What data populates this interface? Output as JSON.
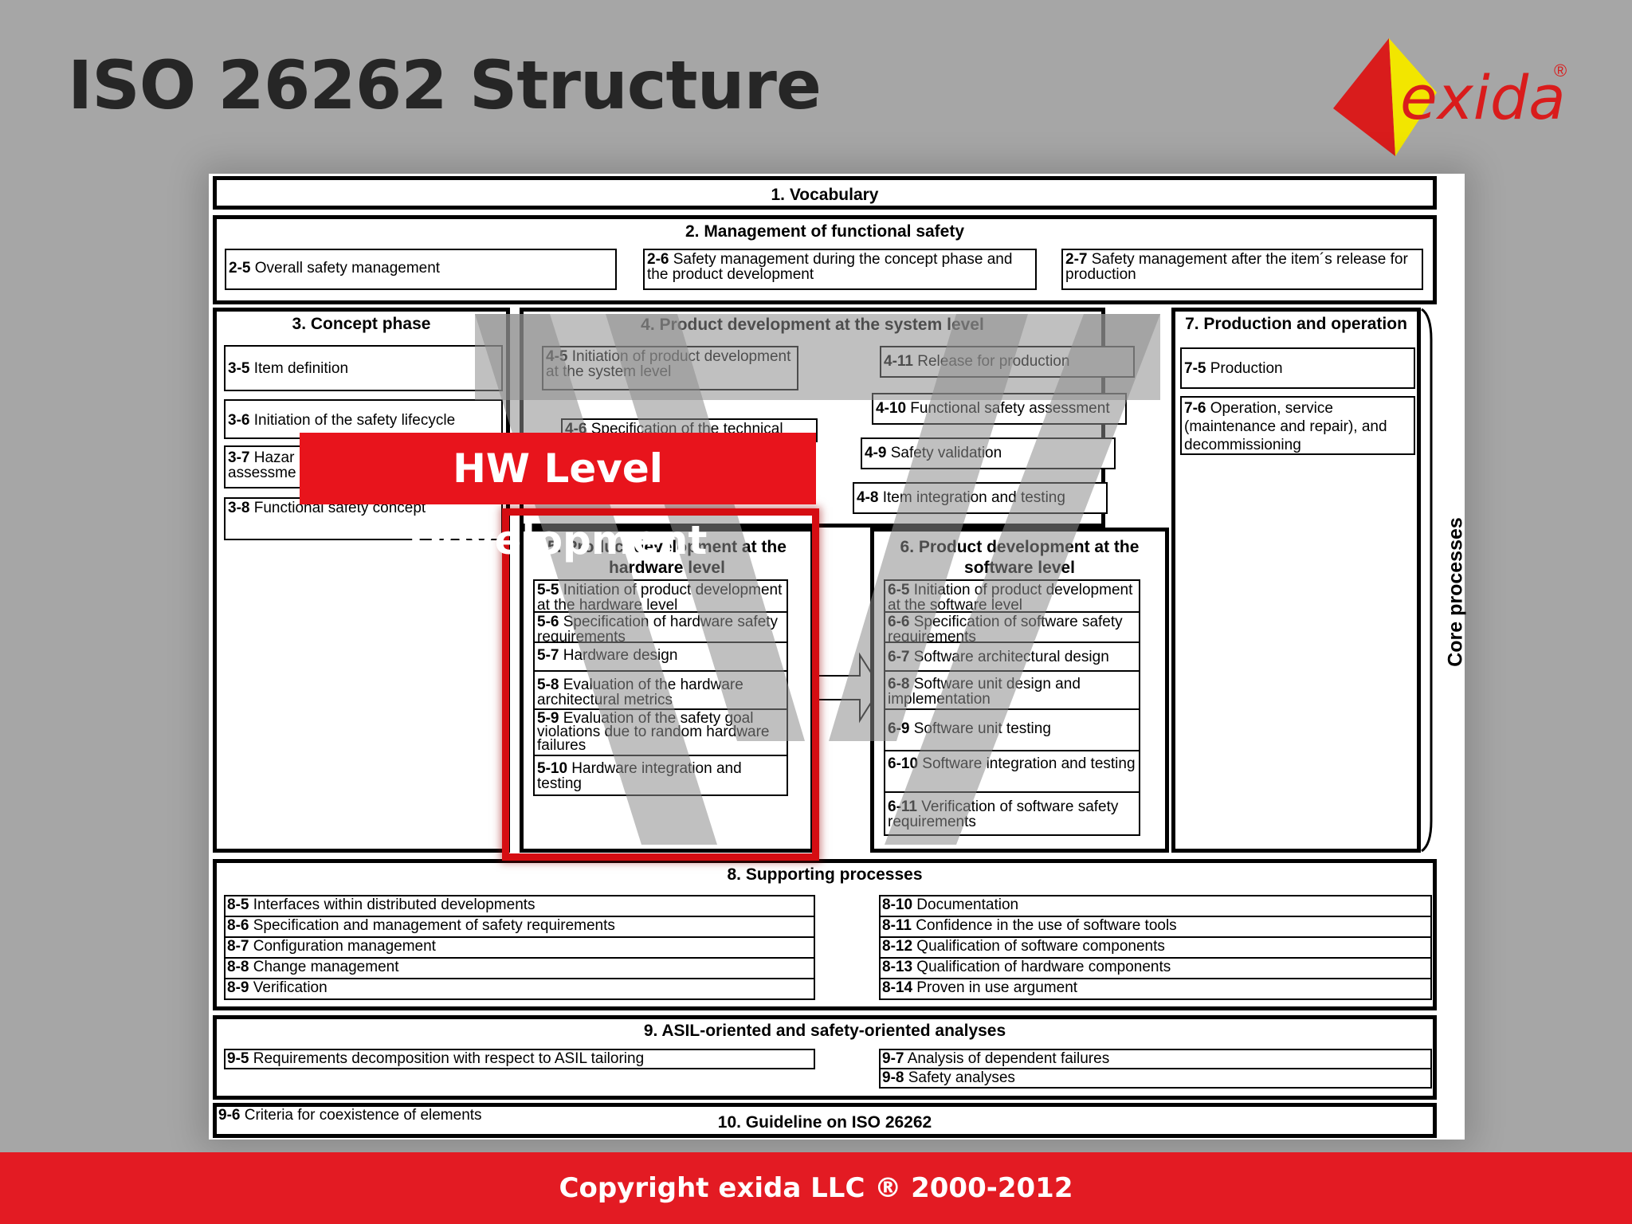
{
  "slide": {
    "title": "ISO 26262 Structure",
    "logo_text": "exida",
    "logo_mark": "®",
    "overlay_label": "HW Level Development",
    "footer": "Copyright exida LLC ® 2000-2012",
    "colors": {
      "accent": "#e31b23",
      "background": "#a6a6a6",
      "title": "#262626"
    }
  },
  "diagram": {
    "vocabulary": "1. Vocabulary",
    "management": {
      "title": "2. Management of functional safety",
      "items": [
        {
          "num": "2-5",
          "label": " Overall safety management"
        },
        {
          "num": "2-6",
          "label": " Safety management during the  concept phase and the product development"
        },
        {
          "num": "2-7",
          "label": " Safety management after the item´s release for production"
        }
      ]
    },
    "concept": {
      "title": "3. Concept phase",
      "items": [
        {
          "num": "3-5",
          "label": " Item definition"
        },
        {
          "num": "3-6",
          "label": " Initiation of the safety lifecycle"
        },
        {
          "num": "3-7",
          "label": " Hazar"
        },
        {
          "num": "",
          "label": "assessme"
        },
        {
          "num": "3-8",
          "label": " Functional safety concept"
        }
      ]
    },
    "system": {
      "title": "4. Product development at the system level",
      "items": [
        {
          "num": "4-5",
          "label": " Initiation of product development at the system level"
        },
        {
          "num": "4-6",
          "label": " Specification of the technical"
        },
        {
          "num": "4-11",
          "label": " Release for production"
        },
        {
          "num": "4-10",
          "label": " Functional safety assessment"
        },
        {
          "num": "4-9",
          "label": " Safety validation"
        },
        {
          "num": "4-8",
          "label": " Item integration and testing"
        }
      ]
    },
    "hardware": {
      "title": "5. Product development at the hardware level",
      "items": [
        {
          "num": "5-5",
          "label": " Initiation of product development at the hardware level"
        },
        {
          "num": "5-6",
          "label": " Specification of hardware safety requirements"
        },
        {
          "num": "5-7",
          "label": " Hardware design"
        },
        {
          "num": "5-8",
          "label": " Evaluation of  the hardware architectural metrics"
        },
        {
          "num": "5-9",
          "label": " Evaluation of  the safety goal violations due to random hardware failures"
        },
        {
          "num": "5-10",
          "label": " Hardware integration and testing"
        }
      ]
    },
    "software": {
      "title": "6. Product development at the software level",
      "items": [
        {
          "num": "6-5",
          "label": " Initiation of product development at the software level"
        },
        {
          "num": "6-6",
          "label": " Specification of software safety requirements"
        },
        {
          "num": "6-7",
          "label": " Software architectural design"
        },
        {
          "num": "6-8",
          "label": " Software unit design and implementation"
        },
        {
          "num": "6-9",
          "label": " Software unit testing"
        },
        {
          "num": "6-10",
          "label": " Software integration and testing"
        },
        {
          "num": "6-11",
          "label": " Verification of software safety requirements"
        }
      ]
    },
    "production": {
      "title": "7. Production and operation",
      "items": [
        {
          "num": "7-5",
          "label": " Production"
        },
        {
          "num": "7-6",
          "label": " Operation, service (maintenance and repair), and decommissioning"
        }
      ]
    },
    "core_label": "Core processes",
    "supporting": {
      "title": "8. Supporting processes",
      "left": [
        {
          "num": "8-5",
          "label": " Interfaces within distributed developments"
        },
        {
          "num": "8-6",
          "label": " Specification and management of safety requirements"
        },
        {
          "num": "8-7",
          "label": " Configuration management"
        },
        {
          "num": "8-8",
          "label": " Change management"
        },
        {
          "num": "8-9",
          "label": " Verification"
        }
      ],
      "right": [
        {
          "num": "8-10",
          "label": " Documentation"
        },
        {
          "num": "8-11",
          "label": " Confidence in the use of software tools"
        },
        {
          "num": "8-12",
          "label": " Qualification of software components"
        },
        {
          "num": "8-13",
          "label": " Qualification of hardware components"
        },
        {
          "num": "8-14",
          "label": " Proven in use argument"
        }
      ]
    },
    "asil": {
      "title": "9. ASIL-oriented and safety-oriented analyses",
      "left": [
        {
          "num": "9-5",
          "label": " Requirements decomposition with respect to ASIL tailoring"
        }
      ],
      "right": [
        {
          "num": "9-7",
          "label": " Analysis of dependent failures"
        },
        {
          "num": "9-8",
          "label": " Safety analyses"
        }
      ]
    },
    "guideline": {
      "num": "9-6",
      "label": " Criteria for coexistence of elements",
      "title": "10. Guideline on ISO 26262"
    }
  }
}
